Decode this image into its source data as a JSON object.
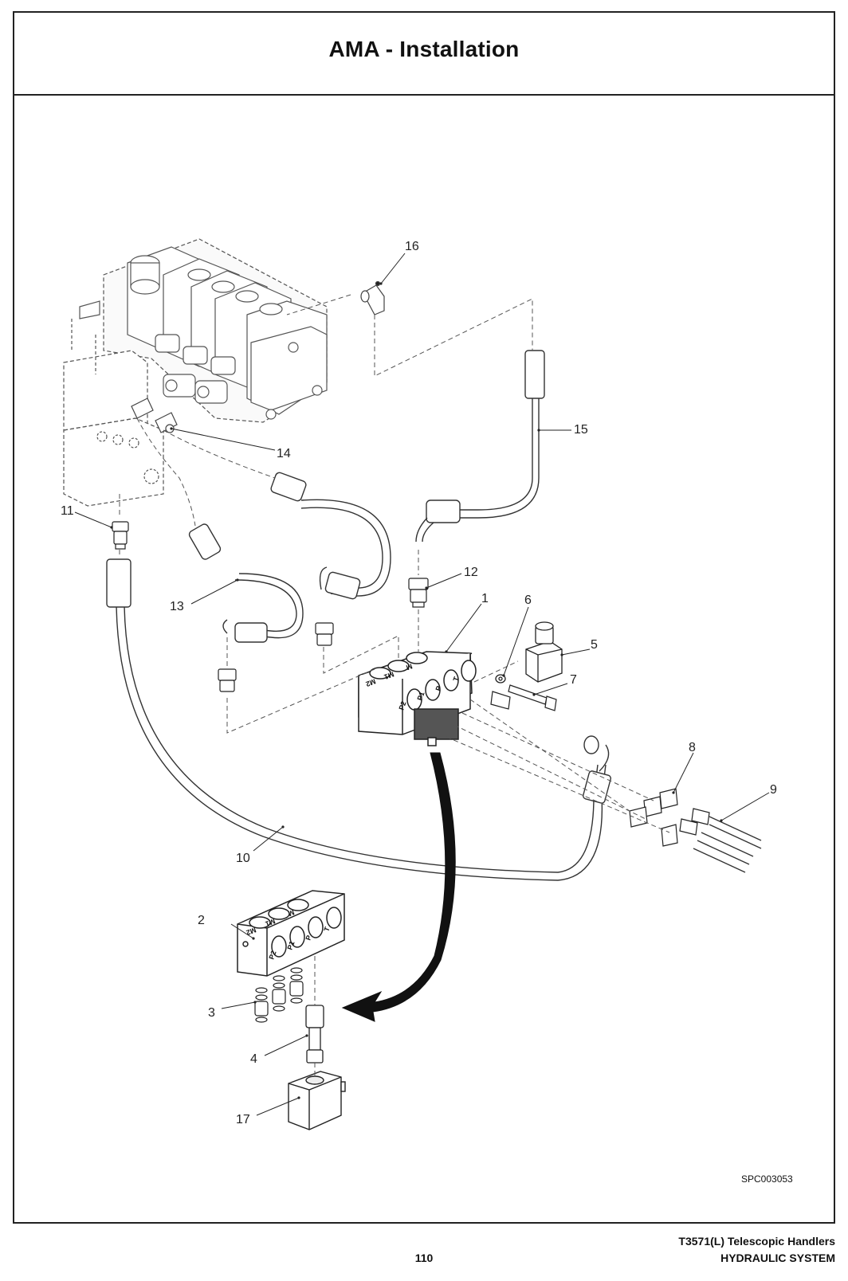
{
  "header": {
    "title": "AMA - Installation"
  },
  "callouts": {
    "c1": "1",
    "c2": "2",
    "c3": "3",
    "c4": "4",
    "c5": "5",
    "c6": "6",
    "c7": "7",
    "c8": "8",
    "c9": "9",
    "c10": "10",
    "c11": "11",
    "c12": "12",
    "c13": "13",
    "c14": "14",
    "c15": "15",
    "c16": "16",
    "c17": "17"
  },
  "port_labels": {
    "top": [
      "M2",
      "M1",
      "M"
    ],
    "front": [
      "P2",
      "P1",
      "P",
      "T"
    ]
  },
  "figure_code": "SPC003053",
  "footer": {
    "page_number": "110",
    "doc_title": "T3571(L) Telescopic Handlers",
    "section": "HYDRAULIC SYSTEM"
  }
}
